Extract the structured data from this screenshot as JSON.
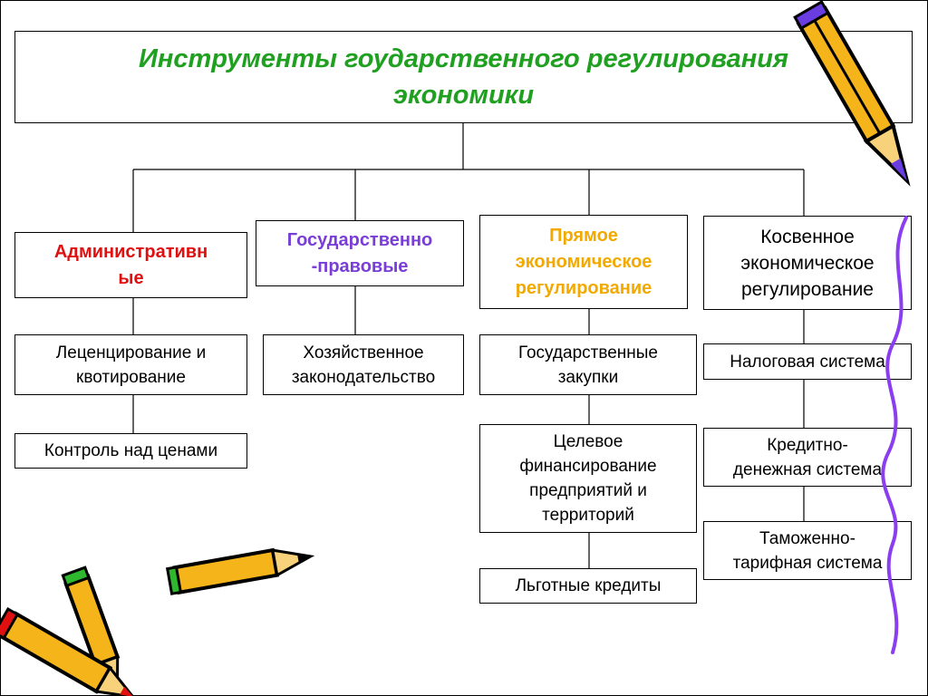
{
  "title": "Инструменты гоударственного регулирования\nэкономики",
  "colors": {
    "title": "#20a020",
    "administrative": "#e11010",
    "legal": "#7a3ed6",
    "direct": "#f2a900",
    "indirect": "#000000"
  },
  "columns": [
    {
      "heading": "Административн\nые",
      "items": [
        "Леценцирование и\nквотирование",
        "Контроль над ценами"
      ]
    },
    {
      "heading": "Государственно\n-правовые",
      "items": [
        "Хозяйственное\nзаконодательство"
      ]
    },
    {
      "heading": "Прямое\nэкономическое\nрегулирование",
      "items": [
        "Государственные\nзакупки",
        "Целевое\nфинансирование\nпредприятий и\nтерриторий",
        "Льготные кредиты"
      ]
    },
    {
      "heading": "Косвенное\nэкономическое\nрегулирование",
      "items": [
        "Налоговая система",
        "Кредитно-\nденежная система",
        "Таможенно-\nтарифная система"
      ]
    }
  ],
  "decorations": [
    "pencil-icon",
    "pencils-cluster-icon",
    "squiggle-line"
  ]
}
